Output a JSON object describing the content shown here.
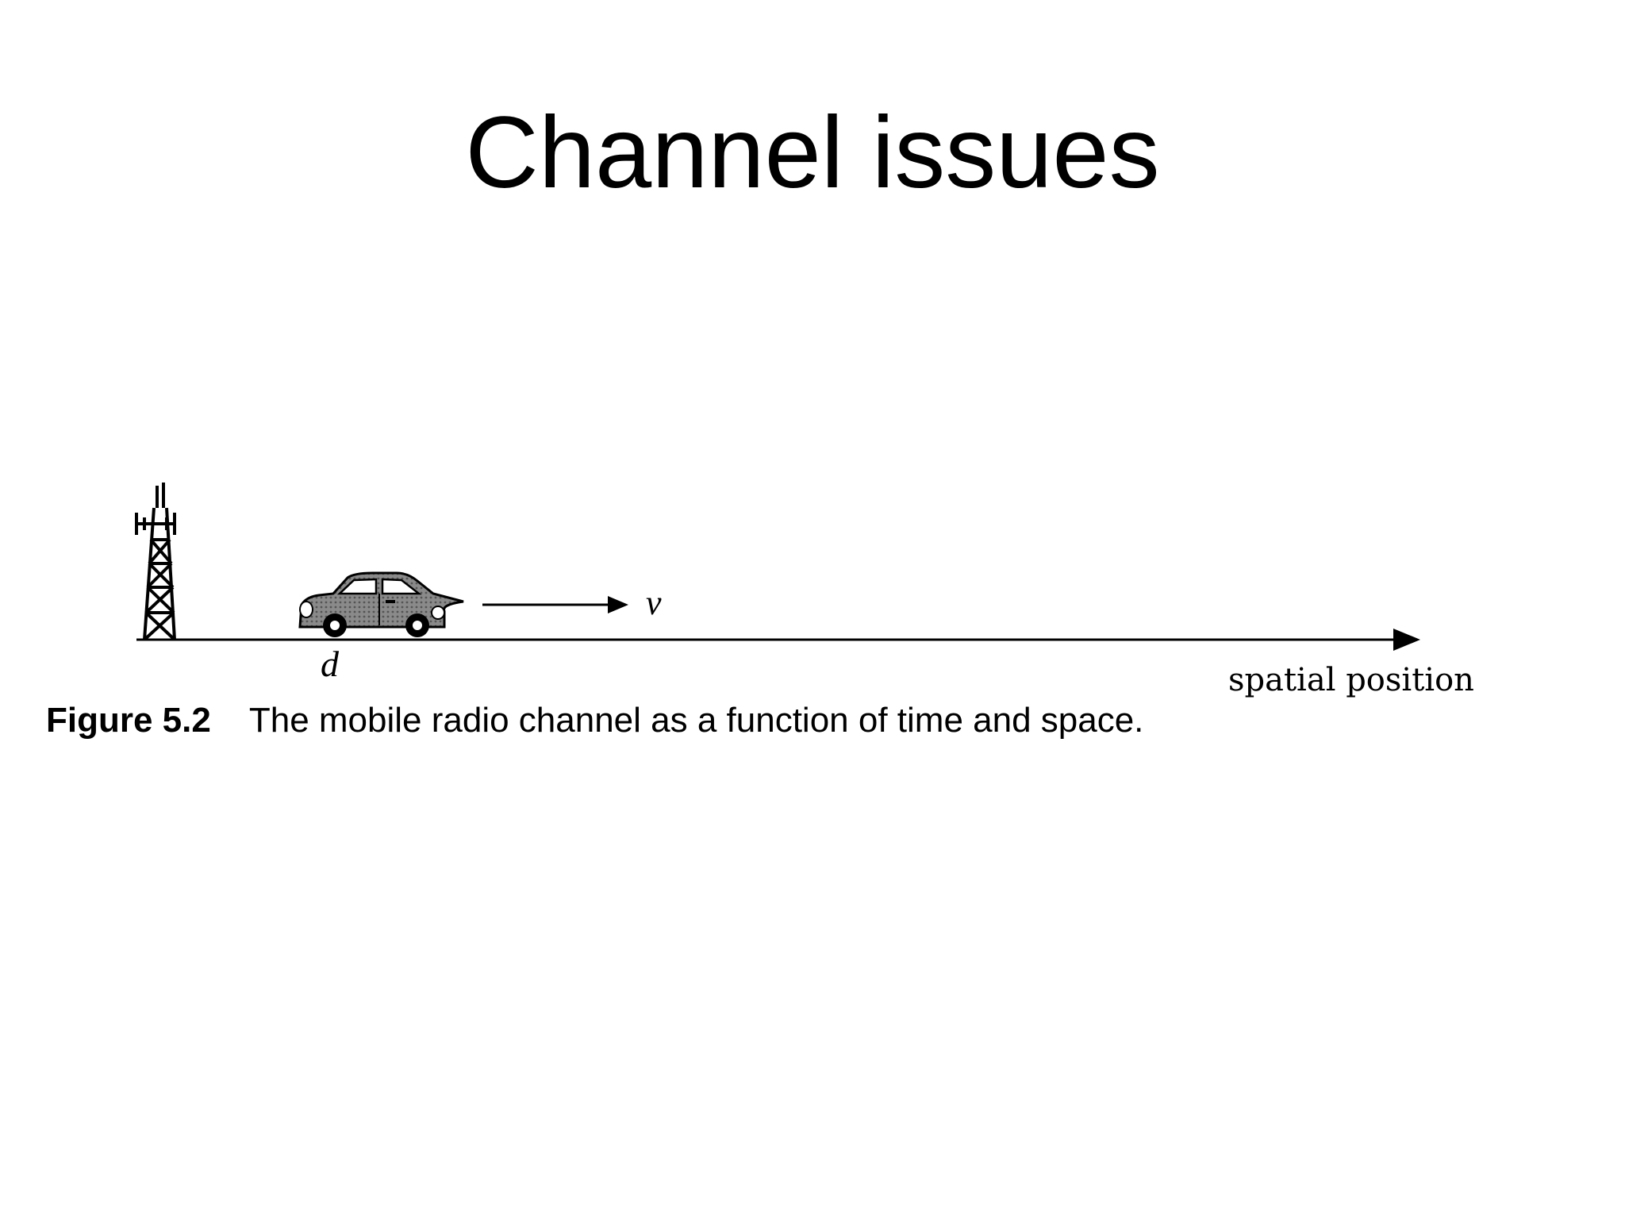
{
  "slide": {
    "title": "Channel issues"
  },
  "figure": {
    "velocity_symbol": "v",
    "distance_symbol": "d",
    "axis_label": "spatial position",
    "icons": {
      "tower": "radio-tower-icon",
      "car": "car-icon"
    },
    "caption": {
      "number": "Figure 5.2",
      "text": "The mobile radio channel as a function of time and space."
    }
  }
}
